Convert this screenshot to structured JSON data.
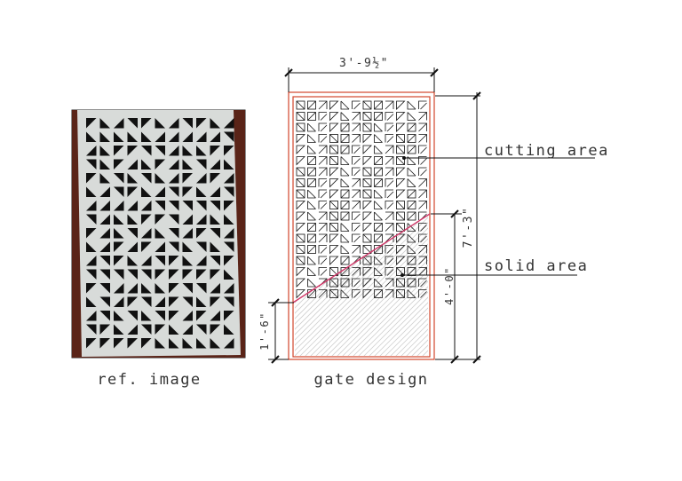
{
  "reference": {
    "caption": "ref. image",
    "panel_color": "#d8dbd9",
    "background_color": "#5a2418"
  },
  "drawing": {
    "caption": "gate design",
    "labels": {
      "cutting": "cutting  area",
      "solid": "solid  area"
    },
    "dimensions": {
      "width": "3'-9½\"",
      "total_height": "7'-3\"",
      "solid_height": "4'-0\"",
      "bottom_height": "1'-6\""
    },
    "colors": {
      "frame": "#d2452c",
      "boundary": "#d2396a",
      "lines": "#111111",
      "hatch": "#cfcfcf"
    }
  }
}
